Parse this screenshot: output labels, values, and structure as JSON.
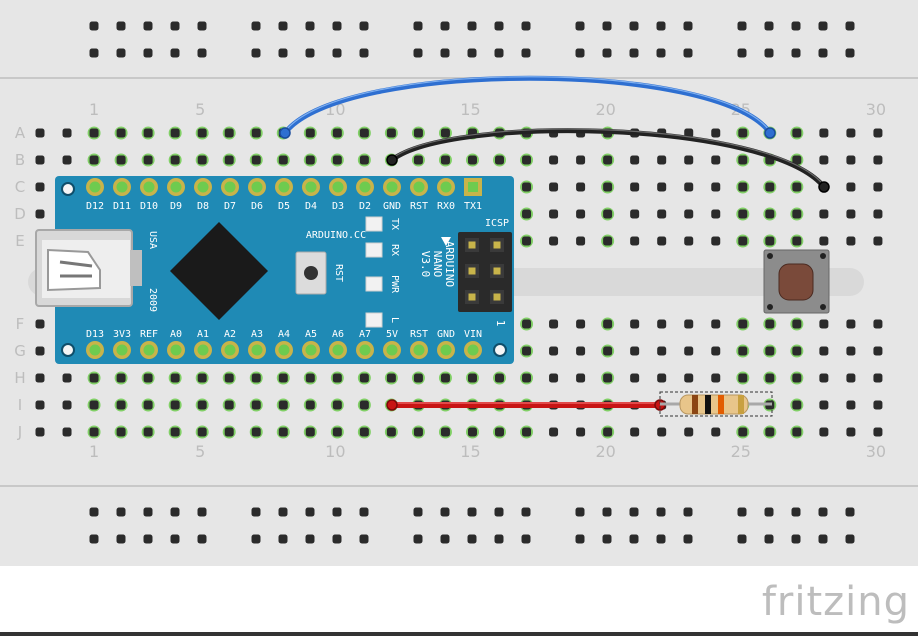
{
  "breadboard": {
    "row_letters": [
      "A",
      "B",
      "C",
      "D",
      "E",
      "F",
      "G",
      "H",
      "I",
      "J"
    ],
    "column_numbers": [
      "1",
      "5",
      "10",
      "15",
      "20",
      "25",
      "30"
    ],
    "colors": {
      "board": "#e6e6e6",
      "rail_area": "#dcdcdc",
      "hole": "#2b2b2b",
      "hole_active": "#6ecb4f",
      "text": "#bdbdbd"
    }
  },
  "arduino": {
    "top_pins": [
      "D12",
      "D11",
      "D10",
      "D9",
      "D8",
      "D7",
      "D6",
      "D5",
      "D4",
      "D3",
      "D2",
      "GND",
      "RST",
      "RX0",
      "TX1"
    ],
    "bottom_pins": [
      "D13",
      "3V3",
      "REF",
      "A0",
      "A1",
      "A2",
      "A3",
      "A4",
      "A5",
      "A6",
      "A7",
      "5V",
      "RST",
      "GND",
      "VIN"
    ],
    "leds": [
      "TX",
      "RX",
      "PWR",
      "L"
    ],
    "labels": {
      "brand": "ARDUINO.CC",
      "model": "ARDUINO\nNANO\nV3.0",
      "icsp": "ICSP",
      "usa": "USA",
      "year": "2009",
      "rst": "RST",
      "one": "1"
    },
    "colors": {
      "board": "#1f8ab5",
      "chip": "#1a1a1a",
      "silk": "#ffffff"
    }
  },
  "wires": [
    {
      "name": "blue-wire",
      "color": "#2e6fd1"
    },
    {
      "name": "black-wire",
      "color": "#222222"
    },
    {
      "name": "red-wire",
      "color": "#c81414"
    }
  ],
  "resistor": {
    "bands": [
      "#8b4513",
      "#111111",
      "#e25c00",
      "#c8a040"
    ]
  },
  "button": {
    "color": "#7a4a3a"
  },
  "watermark": {
    "text": "fritzing",
    "color": "#bdbdbd"
  }
}
